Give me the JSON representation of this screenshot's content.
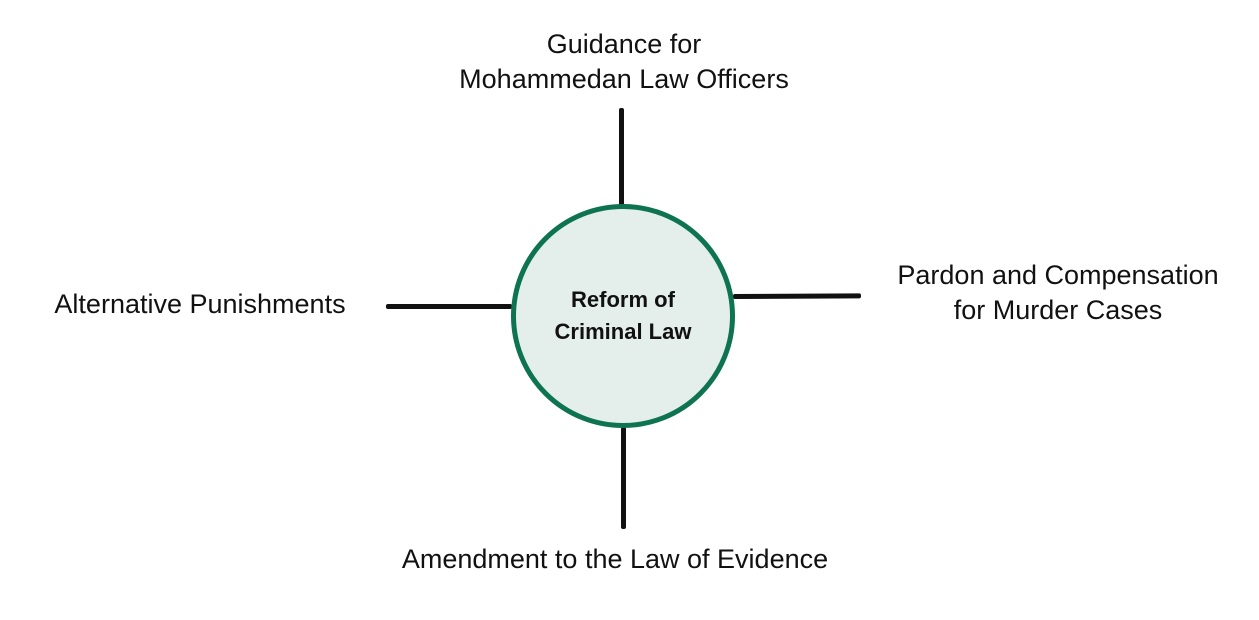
{
  "diagram": {
    "center": {
      "label": "Reform of\nCriminal Law"
    },
    "branches": {
      "top": "Guidance for\nMohammedan Law Officers",
      "right": "Pardon and Compensation\nfor Murder Cases",
      "bottom": "Amendment to the Law of Evidence",
      "left": "Alternative Punishments"
    },
    "colors": {
      "hub_border": "#0e7350",
      "hub_fill": "#e4efec",
      "lines": "#111111",
      "text": "#111111"
    }
  }
}
